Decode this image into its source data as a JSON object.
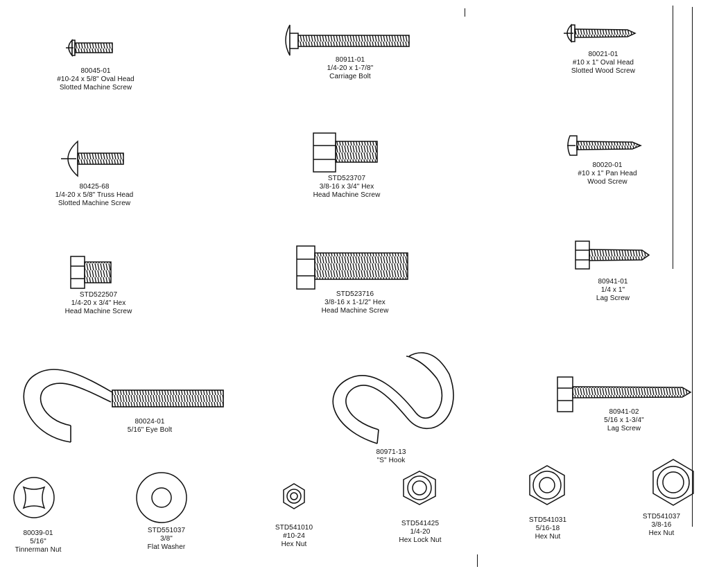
{
  "parts": [
    {
      "id": "80045-01",
      "desc1": "#10-24 x 5/8\" Oval Head",
      "desc2": "Slotted Machine Screw"
    },
    {
      "id": "80911-01",
      "desc1": "1/4-20 x 1-7/8\"",
      "desc2": "Carriage Bolt"
    },
    {
      "id": "80021-01",
      "desc1": "#10 x 1\" Oval Head",
      "desc2": "Slotted Wood Screw"
    },
    {
      "id": "80425-68",
      "desc1": "1/4-20 x 5/8\" Truss Head",
      "desc2": "Slotted Machine Screw"
    },
    {
      "id": "STD523707",
      "desc1": "3/8-16 x 3/4\" Hex",
      "desc2": "Head Machine Screw"
    },
    {
      "id": "80020-01",
      "desc1": "#10 x 1\" Pan Head",
      "desc2": "Wood Screw"
    },
    {
      "id": "STD522507",
      "desc1": "1/4-20 x 3/4\" Hex",
      "desc2": "Head Machine Screw"
    },
    {
      "id": "STD523716",
      "desc1": "3/8-16 x 1-1/2\" Hex",
      "desc2": "Head Machine Screw"
    },
    {
      "id": "80941-01",
      "desc1": "1/4 x 1\"",
      "desc2": "Lag Screw"
    },
    {
      "id": "80024-01",
      "desc1": "5/16\" Eye Bolt",
      "desc2": ""
    },
    {
      "id": "80941-02",
      "desc1": "5/16 x 1-3/4\"",
      "desc2": "Lag Screw"
    },
    {
      "id": "80971-13",
      "desc1": "\"S\" Hook",
      "desc2": ""
    },
    {
      "id": "80039-01",
      "desc1": "5/16\"",
      "desc2": "Tinnerman Nut"
    },
    {
      "id": "STD551037",
      "desc1": "3/8\"",
      "desc2": "Flat Washer"
    },
    {
      "id": "STD541010",
      "desc1": "#10-24",
      "desc2": "Hex Nut"
    },
    {
      "id": "STD541425",
      "desc1": "1/4-20",
      "desc2": "Hex Lock Nut"
    },
    {
      "id": "STD541031",
      "desc1": "5/16-18",
      "desc2": "Hex Nut"
    },
    {
      "id": "STD541037",
      "desc1": "3/8-16",
      "desc2": "Hex Nut"
    }
  ]
}
